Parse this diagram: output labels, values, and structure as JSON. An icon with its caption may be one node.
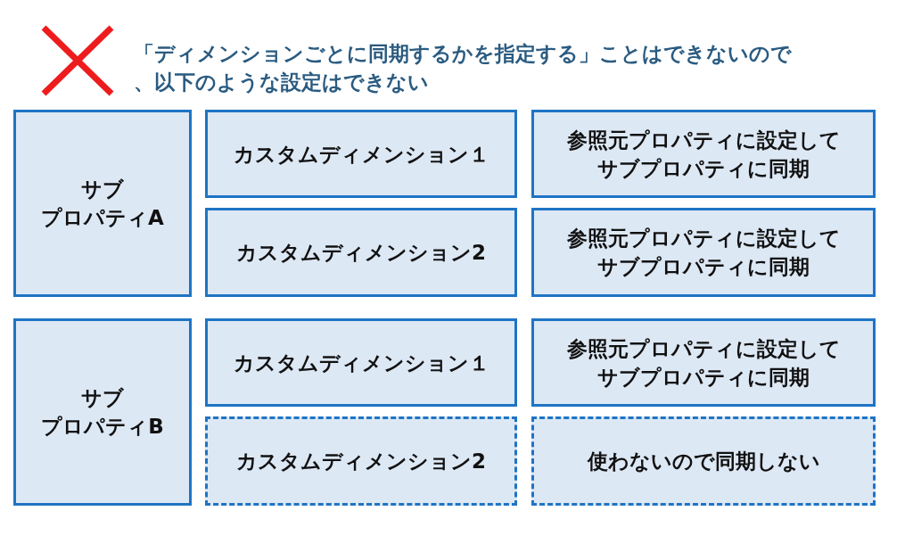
{
  "diagram": {
    "title": "「ディメンションごとに同期するかを指定する」ことはできないので、以下のような設定はできない",
    "nodes": [
      {
        "text": [
          "サブプロパティA"
        ]
      },
      {
        "text": [
          "カスタムディメンション１"
        ]
      },
      {
        "text": [
          "参照元プロパティに設定してサブプロパティに同期"
        ]
      },
      {
        "text": [
          "カスタムディメンション2"
        ]
      },
      {
        "text": [
          "参照元プロパティに設定してサブプロパティに同期"
        ]
      },
      {
        "text": [
          "サブプロパティB"
        ]
      },
      {
        "text": [
          "カスタムディメンション１"
        ]
      },
      {
        "text": [
          "参照元プロパティに設定してサブプロパティに同期"
        ]
      },
      {
        "text": [
          "カスタムディメンション2"
        ]
      },
      {
        "text": [
          "使わないので同期しない"
        ]
      }
    ]
  }
}
